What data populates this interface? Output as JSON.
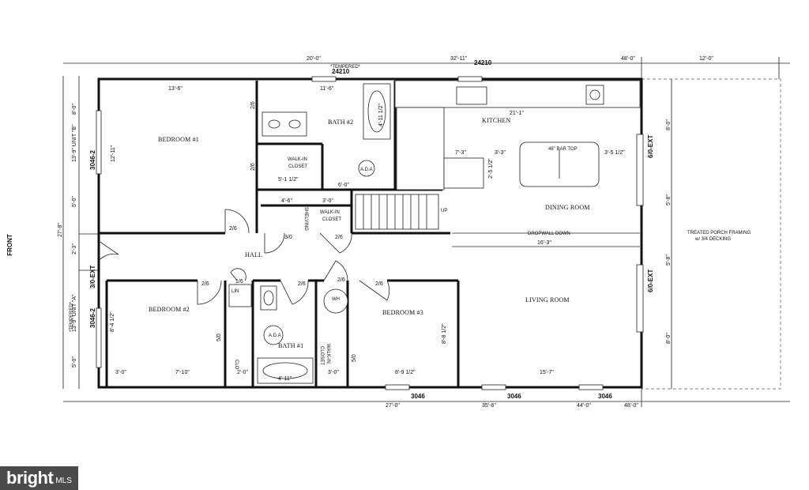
{
  "rooms": {
    "bedroom1": "BEDROOM #1",
    "bath2": "BATH #2",
    "kitchen": "KITCHEN",
    "dining": "DINING ROOM",
    "living": "LIVING ROOM",
    "hall": "HALL",
    "bedroom2": "BEDROOM #2",
    "bath1": "BATH #1",
    "bedroom3": "BEDROOM #3",
    "walkin1a": "WALK-IN",
    "walkin1b": "CLOSET",
    "walkin2a": "WALK-IN",
    "walkin2b": "CLOSET",
    "walkin3a": "WALK-IN",
    "walkin3b": "CLOSET",
    "front": "FRONT",
    "porch1": "TREATED PORCH FRAMING",
    "porch2": "w/ 3/4 DECKING",
    "lin": "LIN",
    "clo": "CLO",
    "shelving": "SHELVING",
    "ada1": "A.D.A",
    "ada2": "A.D.A"
  },
  "labels": {
    "bartop": "48\" BAR TOP",
    "tempered": "*TEMPERED*",
    "tempered2": "*TEMPERED*",
    "dropwall": "DROPWALL DOWN",
    "up": "UP",
    "wh": "WH"
  },
  "doors": {
    "d1": "2/6",
    "d2": "3/0",
    "d3": "2/6",
    "d4": "2/6",
    "d5": "1/6",
    "d6": "2/6",
    "d7": "2/6",
    "d8": "2/6",
    "d9": "2/6",
    "d10": "2/6",
    "d11": "5/0",
    "d12": "5/0",
    "ext1": "6/0-EXT",
    "ext2": "6/0-EXT",
    "ext3": "3/0-EXT",
    "win1": "24210",
    "win2": "24210",
    "win3": "3046-2",
    "win4": "3046-2",
    "win5": "3046",
    "win6": "3046",
    "win7": "3046"
  },
  "dims": {
    "top1": "20'-0\"",
    "top2": "32'-11\"",
    "top3": "48'-0\"",
    "top4": "12'-0\"",
    "r1": "13'-6\"",
    "r2": "11'-6\"",
    "r3": "21'-1\"",
    "b1": "27'-0\"",
    "b2": "35'-6\"",
    "b3": "44'-0\"",
    "b4": "48'-0\"",
    "f1": "3'-0\"",
    "f2": "7'-10\"",
    "f3": "2'-0\"",
    "f4": "3'-0\"",
    "f5": "8'-9 1/2\"",
    "f6": "15'-7\"",
    "hall": "16'-3\"",
    "left": "27'-8\"",
    "lv1": "8'-0\"",
    "lv2": "13'-9\" UNIT \"B\"",
    "lv3": "13'-9\" UNIT \"A\"",
    "lv4": "5'-0\"",
    "lv5": "2'-3\"",
    "lv6": "5'-0\"",
    "k1": "7'-3\"",
    "k2": "3'-3\"",
    "k3": "3'-5 1/2\"",
    "k4": "2'-5 1/2\"",
    "bd1": "12'-11\"",
    "bd2": "8'-4 1/2\"",
    "bd3": "8'-8 1/2\"",
    "wc": "5'-1 1/2\"",
    "wc2": "6'-0\"",
    "rv1": "8'-0\"",
    "rv2": "5'-8\"",
    "rv3": "5'-8\"",
    "rv4": "8'-0\"",
    "s1": "4'-6\"",
    "s2": "3'-0\"",
    "tub1": "4'-11\"",
    "tub2": "4'-11 1/2\""
  },
  "watermark": {
    "main": "bright",
    "sub": "MLS"
  }
}
